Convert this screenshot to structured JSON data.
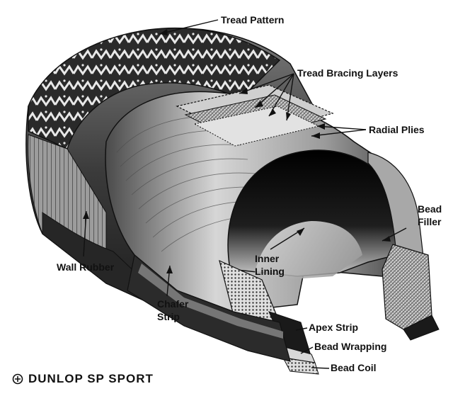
{
  "brand": {
    "name": "DUNLOP SP SPORT"
  },
  "labels": {
    "tread_pattern": "Tread Pattern",
    "tread_bracing_layers": "Tread Bracing Layers",
    "radial_plies": "Radial Plies",
    "bead_filler_1": "Bead",
    "bead_filler_2": "Filler",
    "inner_lining_1": "Inner",
    "inner_lining_2": "Lining",
    "wall_rubber": "Wall Rubber",
    "chafer_strip_1": "Chafer",
    "chafer_strip_2": "Strip",
    "apex_strip": "Apex Strip",
    "bead_wrapping": "Bead Wrapping",
    "bead_coil": "Bead Coil"
  },
  "colors": {
    "ink": "#111111",
    "paper": "#ffffff",
    "tread_dark": "#1a1a1a",
    "rubber_mid": "#5a5a5a",
    "ply_light": "#bdbdbd",
    "interior": "#0d0d0d"
  }
}
